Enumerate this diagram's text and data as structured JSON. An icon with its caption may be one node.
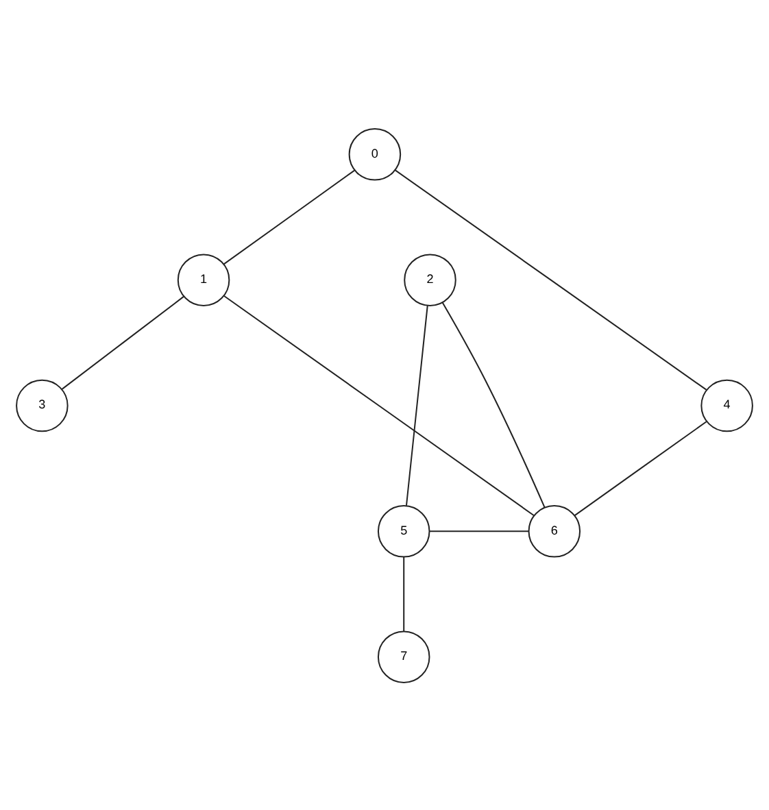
{
  "diagram": {
    "nodes": [
      {
        "text": [
          "0"
        ]
      },
      {
        "text": [
          "1"
        ]
      },
      {
        "text": [
          "2"
        ]
      },
      {
        "text": [
          "3"
        ]
      },
      {
        "text": [
          "4"
        ]
      },
      {
        "text": [
          "5"
        ]
      },
      {
        "text": [
          "6"
        ]
      },
      {
        "text": [
          "7"
        ]
      }
    ],
    "edges": [
      {
        "from": 0,
        "to": 1,
        "arrow": "none"
      },
      {
        "from": 0,
        "to": 4,
        "arrow": "none"
      },
      {
        "from": 1,
        "to": 3,
        "arrow": "none"
      },
      {
        "from": 1,
        "to": 6,
        "arrow": "none"
      },
      {
        "from": 2,
        "to": 5,
        "arrow": "none"
      },
      {
        "from": 2,
        "to": 6,
        "arrow": "none"
      },
      {
        "from": 4,
        "to": 6,
        "arrow": "none"
      },
      {
        "from": 5,
        "to": 6,
        "arrow": "none"
      },
      {
        "from": 5,
        "to": 7,
        "arrow": "none"
      }
    ]
  }
}
